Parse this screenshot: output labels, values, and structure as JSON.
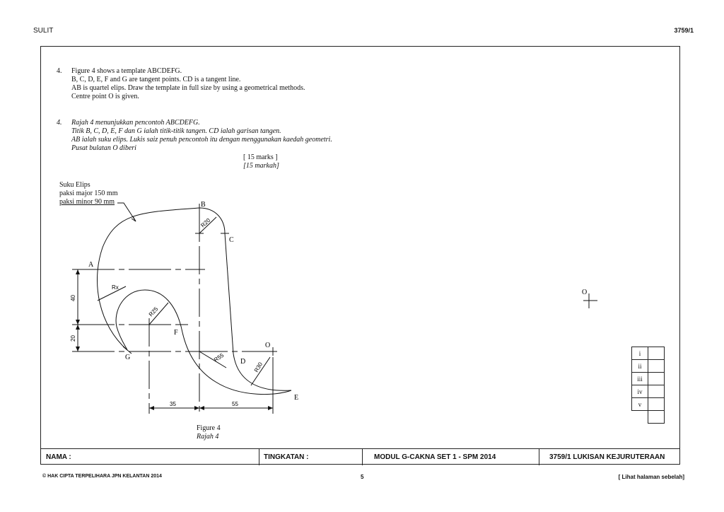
{
  "header": {
    "left": "SULIT",
    "right": "3759/1"
  },
  "question_en": {
    "number": "4.",
    "lines": [
      "Figure 4 shows a template ABCDEFG.",
      "B, C, D, E, F and G are tangent points. CD is a tangent line.",
      "AB is quartel elips. Draw the template in full size by using a geometrical methods.",
      "Centre point O is given."
    ]
  },
  "question_ms": {
    "number": "4.",
    "lines": [
      "Rajah 4 menunjukkan pencontoh ABCDEFG.",
      "Titik  B, C, D, E, F dan G ialah titik-titik tangen. CD ialah garisan tangen.",
      "AB ialah suku elips. Lukis saiz penuh pencontoh itu dengan menggunakan kaedah geometri.",
      "Pusat bulatan O diberi"
    ]
  },
  "marks": {
    "en": "[ 15 marks ]",
    "ms": "[15 markah]"
  },
  "drawing": {
    "ellipse_note": [
      "Suku Elips",
      "paksi major 150 mm",
      "paksi minor 90 mm"
    ],
    "points": {
      "A": "A",
      "B": "B",
      "C": "C",
      "D": "D",
      "E": "E",
      "F": "F",
      "G": "G",
      "O": "O"
    },
    "radii": {
      "r20": "R20",
      "rx": "Rx",
      "r25": "R25",
      "r55": "R55",
      "r30": "R30"
    },
    "dims": {
      "d40": "40",
      "d20": "20",
      "d35": "35",
      "d55": "55"
    },
    "given_center": "O"
  },
  "figure_caption": {
    "en": "Figure 4",
    "ms": "Rajah 4"
  },
  "score_box": [
    "i",
    "ii",
    "iii",
    "iv",
    "v"
  ],
  "footer": {
    "nama": "NAMA :",
    "tingkatan": "TINGKATAN :",
    "modul": "MODUL G-CAKNA SET 1 - SPM 2014",
    "subject": "3759/1 LUKISAN KEJURUTERAAN"
  },
  "bottom": {
    "copyright": "© HAK CIPTA TERPELIHARA  JPN KELANTAN 2014",
    "page": "5",
    "next": "[ Lihat halaman sebelah]"
  }
}
